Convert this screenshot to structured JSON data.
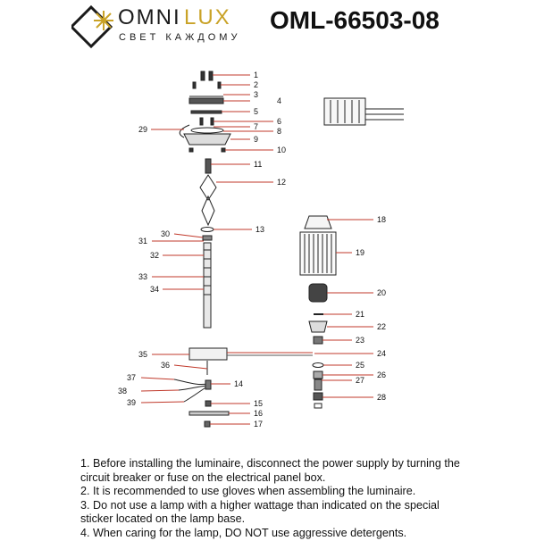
{
  "brand": {
    "name_part1": "OMNI",
    "name_part2": "LUX",
    "tagline": "СВЕТ КАЖДОМУ"
  },
  "model": "OML-66503-08",
  "parts": [
    "1",
    "2",
    "3",
    "4",
    "5",
    "6",
    "7",
    "8",
    "9",
    "10",
    "11",
    "12",
    "13",
    "14",
    "15",
    "16",
    "17",
    "18",
    "19",
    "20",
    "21",
    "22",
    "23",
    "24",
    "25",
    "26",
    "27",
    "28",
    "29",
    "30",
    "31",
    "32",
    "33",
    "34",
    "35",
    "36",
    "37",
    "38",
    "39"
  ],
  "notes": [
    "1. Before installing the luminaire, disconnect the power supply by turning the circuit breaker or fuse on the electrical panel box.",
    "2. It is recommended to use gloves when assembling the luminaire.",
    "3. Do not use a lamp with a higher wattage than indicated on the special sticker located on the lamp base.",
    "4. When caring for the lamp, DO NOT use aggressive detergents."
  ],
  "colors": {
    "accent": "#c9a227",
    "leader": "#c0392b",
    "text": "#111111"
  }
}
